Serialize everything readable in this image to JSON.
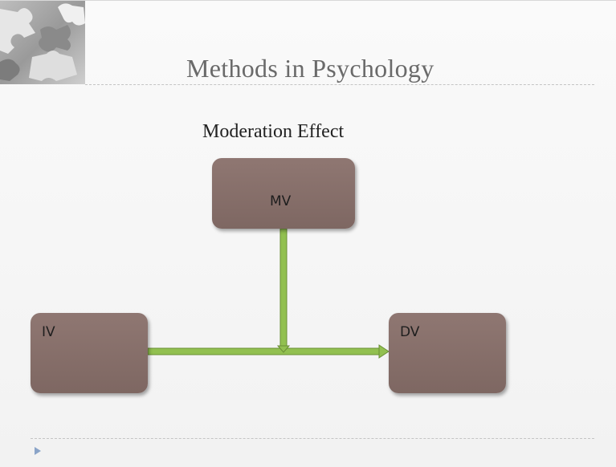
{
  "slide": {
    "title": "Methods in Psychology",
    "diagram_title": "Moderation Effect"
  },
  "diagram": {
    "nodes": [
      {
        "id": "mv",
        "label": "MV"
      },
      {
        "id": "iv",
        "label": "IV"
      },
      {
        "id": "dv",
        "label": "DV"
      }
    ],
    "edges": [
      {
        "from": "iv",
        "to": "dv",
        "kind": "arrow"
      },
      {
        "from": "mv",
        "to": "iv-dv-path",
        "kind": "arrow"
      }
    ]
  },
  "colors": {
    "box_fill": "#86706b",
    "connector_fill": "#92c050",
    "connector_outline": "#6a8f35",
    "title_text": "#6a6a6a"
  },
  "icons": {
    "corner_graphic": "puzzle-pieces-image",
    "nav": "play-triangle-icon"
  }
}
